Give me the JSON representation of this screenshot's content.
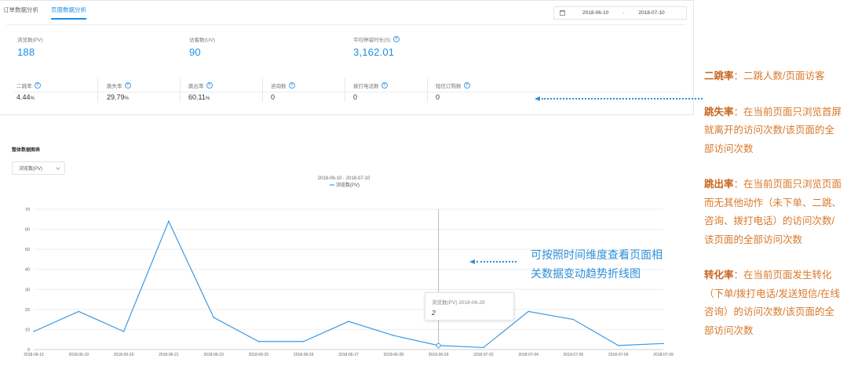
{
  "tabs": [
    {
      "label": "订单数据分析",
      "active": false
    },
    {
      "label": "页面数据分析",
      "active": true
    }
  ],
  "date_range": {
    "start": "2018-06-10",
    "separator": "-",
    "end": "2018-07-10"
  },
  "metrics_top": [
    {
      "label": "浏览数(PV)",
      "value": "188",
      "help": false
    },
    {
      "label": "访客数(UV)",
      "value": "90",
      "help": false
    },
    {
      "label": "平均停留时长(S)",
      "value": "3,162.01",
      "help": true
    }
  ],
  "metrics_bottom": [
    {
      "label": "二跳率",
      "value": "4.44",
      "unit": "%"
    },
    {
      "label": "跳失率",
      "value": "29.79",
      "unit": "%"
    },
    {
      "label": "跳出率",
      "value": "60.11",
      "unit": "%"
    },
    {
      "label": "咨询数",
      "value": "0",
      "unit": ""
    },
    {
      "label": "拨打电话数",
      "value": "0",
      "unit": ""
    },
    {
      "label": "短信订购数",
      "value": "0",
      "unit": ""
    }
  ],
  "chart_section": {
    "title": "整体数据图表",
    "select_value": "浏览数(PV)"
  },
  "tooltip": {
    "title": "浏览数(PV) 2018-06-29",
    "value": "2"
  },
  "annotation_mid": "可按照时间维度查看页面相关数据变动趋势折线图",
  "notes": [
    {
      "term": "二跳率",
      "text": "：二跳人数/页面访客"
    },
    {
      "term": "跳失率",
      "text": "：在当前页面只浏览首屏就离开的访问次数/该页面的全部访问次数"
    },
    {
      "term": "跳出率",
      "text": "：在当前页面只浏览页面而无其他动作（未下单、二跳、咨询、拨打电话）的访问次数/该页面的全部访问次数"
    },
    {
      "term": "转化率",
      "text": "：在当前页面发生转化（下单/拨打电话/发送短信/在线咨询）的访问次数/该页面的全部访问次数"
    }
  ],
  "colors": {
    "accent": "#1b8fe6",
    "note": "#d9782a",
    "line": "#3a9ae8"
  },
  "chart_data": {
    "type": "line",
    "title": "2018-06-10 - 2018-07-10",
    "legend": "浏览数(PV)",
    "legend_position": "top-center",
    "grid": true,
    "x": [
      "2018-06-15",
      "2018-06-19",
      "2018-06-20",
      "2018-06-21",
      "2018-06-23",
      "2018-06-25",
      "2018-06-26",
      "2018-06-27",
      "2018-06-28",
      "2018-06-29",
      "2018-07-02",
      "2018-07-04",
      "2018-07-05",
      "2018-07-06",
      "2018-07-09"
    ],
    "series": [
      {
        "name": "浏览数(PV)",
        "values": [
          9,
          19,
          9,
          64,
          16,
          4,
          4,
          14,
          7,
          2,
          1,
          19,
          15,
          2,
          3
        ]
      }
    ],
    "ylim": [
      0,
      70
    ],
    "yticks": [
      0,
      10,
      20,
      30,
      40,
      50,
      60,
      70
    ],
    "highlight_index": 9
  }
}
